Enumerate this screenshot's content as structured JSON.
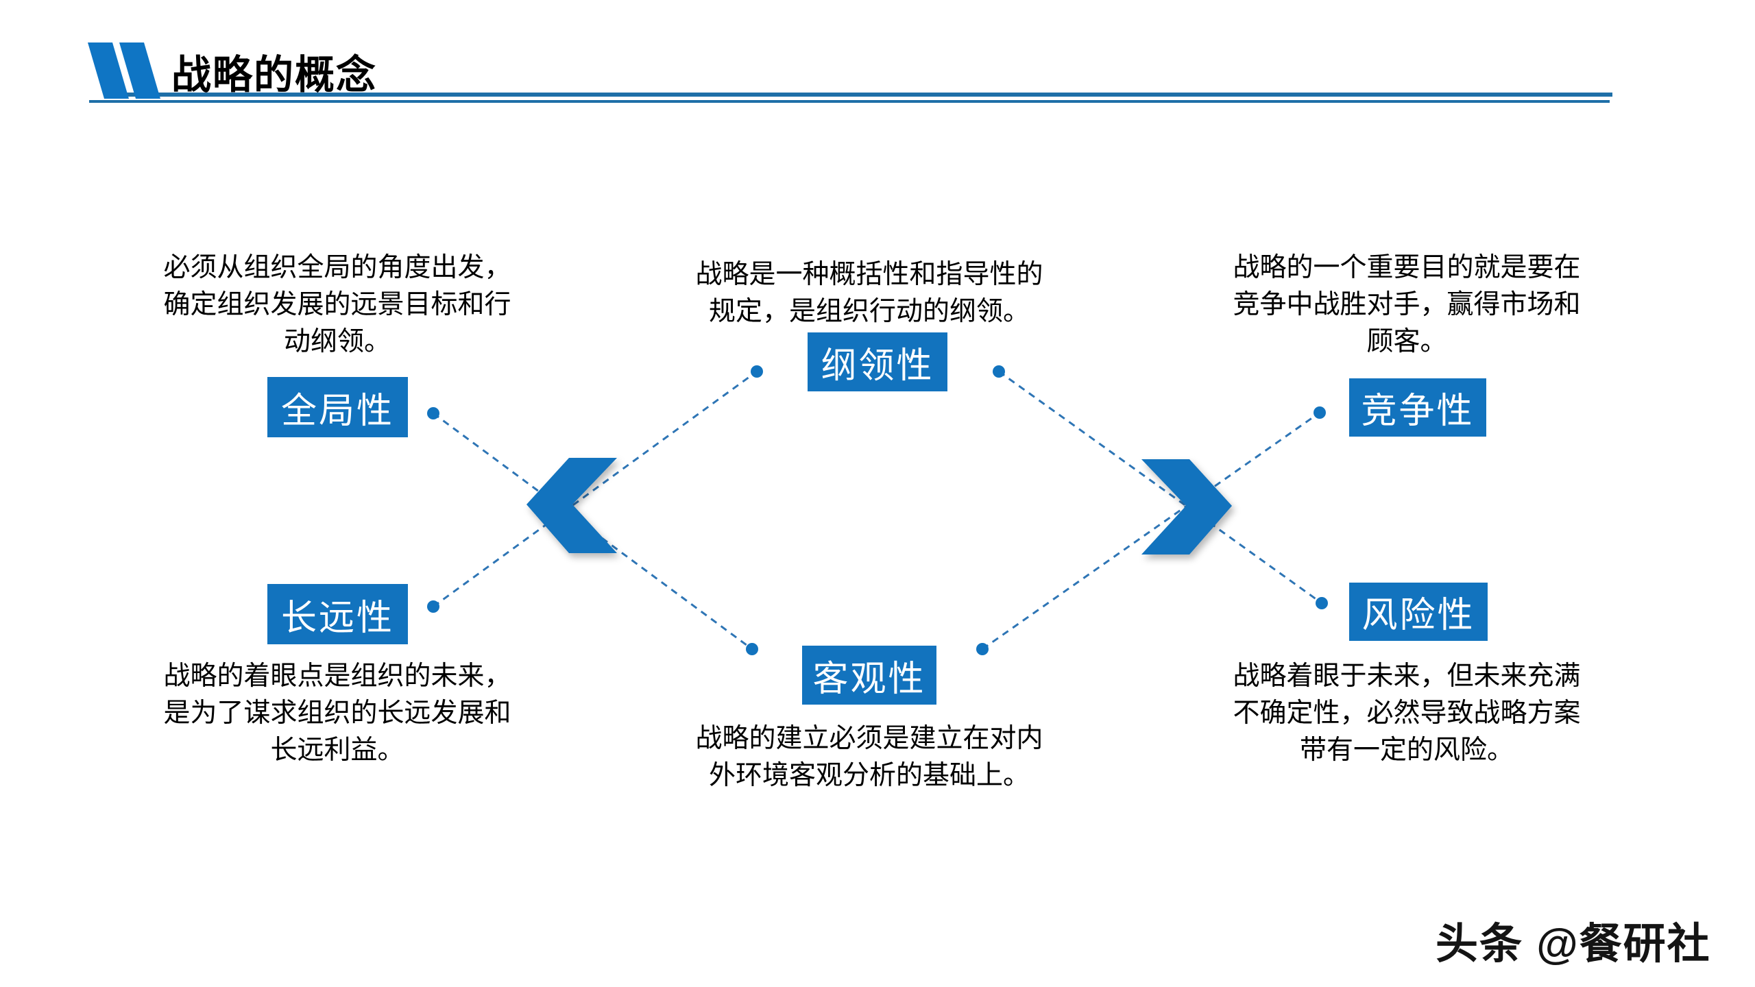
{
  "slide": {
    "title": "战略的概念",
    "watermark": "头条 @餐研社"
  },
  "colors": {
    "accent_blue": "#1273BE",
    "logo_blue": "#0F75C4",
    "underline_blue": "#1E6FA8",
    "dash_line_blue": "#2E75B5",
    "text_black": "#000000"
  },
  "features": [
    {
      "label": "全局性",
      "lines": [
        "必须从组织全局的角度出发，",
        "确定组织发展的远景目标和行",
        "动纲领。"
      ]
    },
    {
      "label": "长远性",
      "lines": [
        "战略的着眼点是组织的未来，",
        "是为了谋求组织的长远发展和",
        "长远利益。"
      ]
    },
    {
      "label": "纲领性",
      "lines": [
        "战略是一种概括性和指导性的",
        "规定，是组织行动的纲领。"
      ]
    },
    {
      "label": "客观性",
      "lines": [
        "战略的建立必须是建立在对内",
        "外环境客观分析的基础上。"
      ]
    },
    {
      "label": "竞争性",
      "lines": [
        "战略的一个重要目的就是要在",
        "竞争中战胜对手，赢得市场和",
        "顾客。"
      ]
    },
    {
      "label": "风险性",
      "lines": [
        "战略着眼于未来，但未来充满",
        "不确定性，必然导致战略方案",
        "带有一定的风险。"
      ]
    }
  ]
}
